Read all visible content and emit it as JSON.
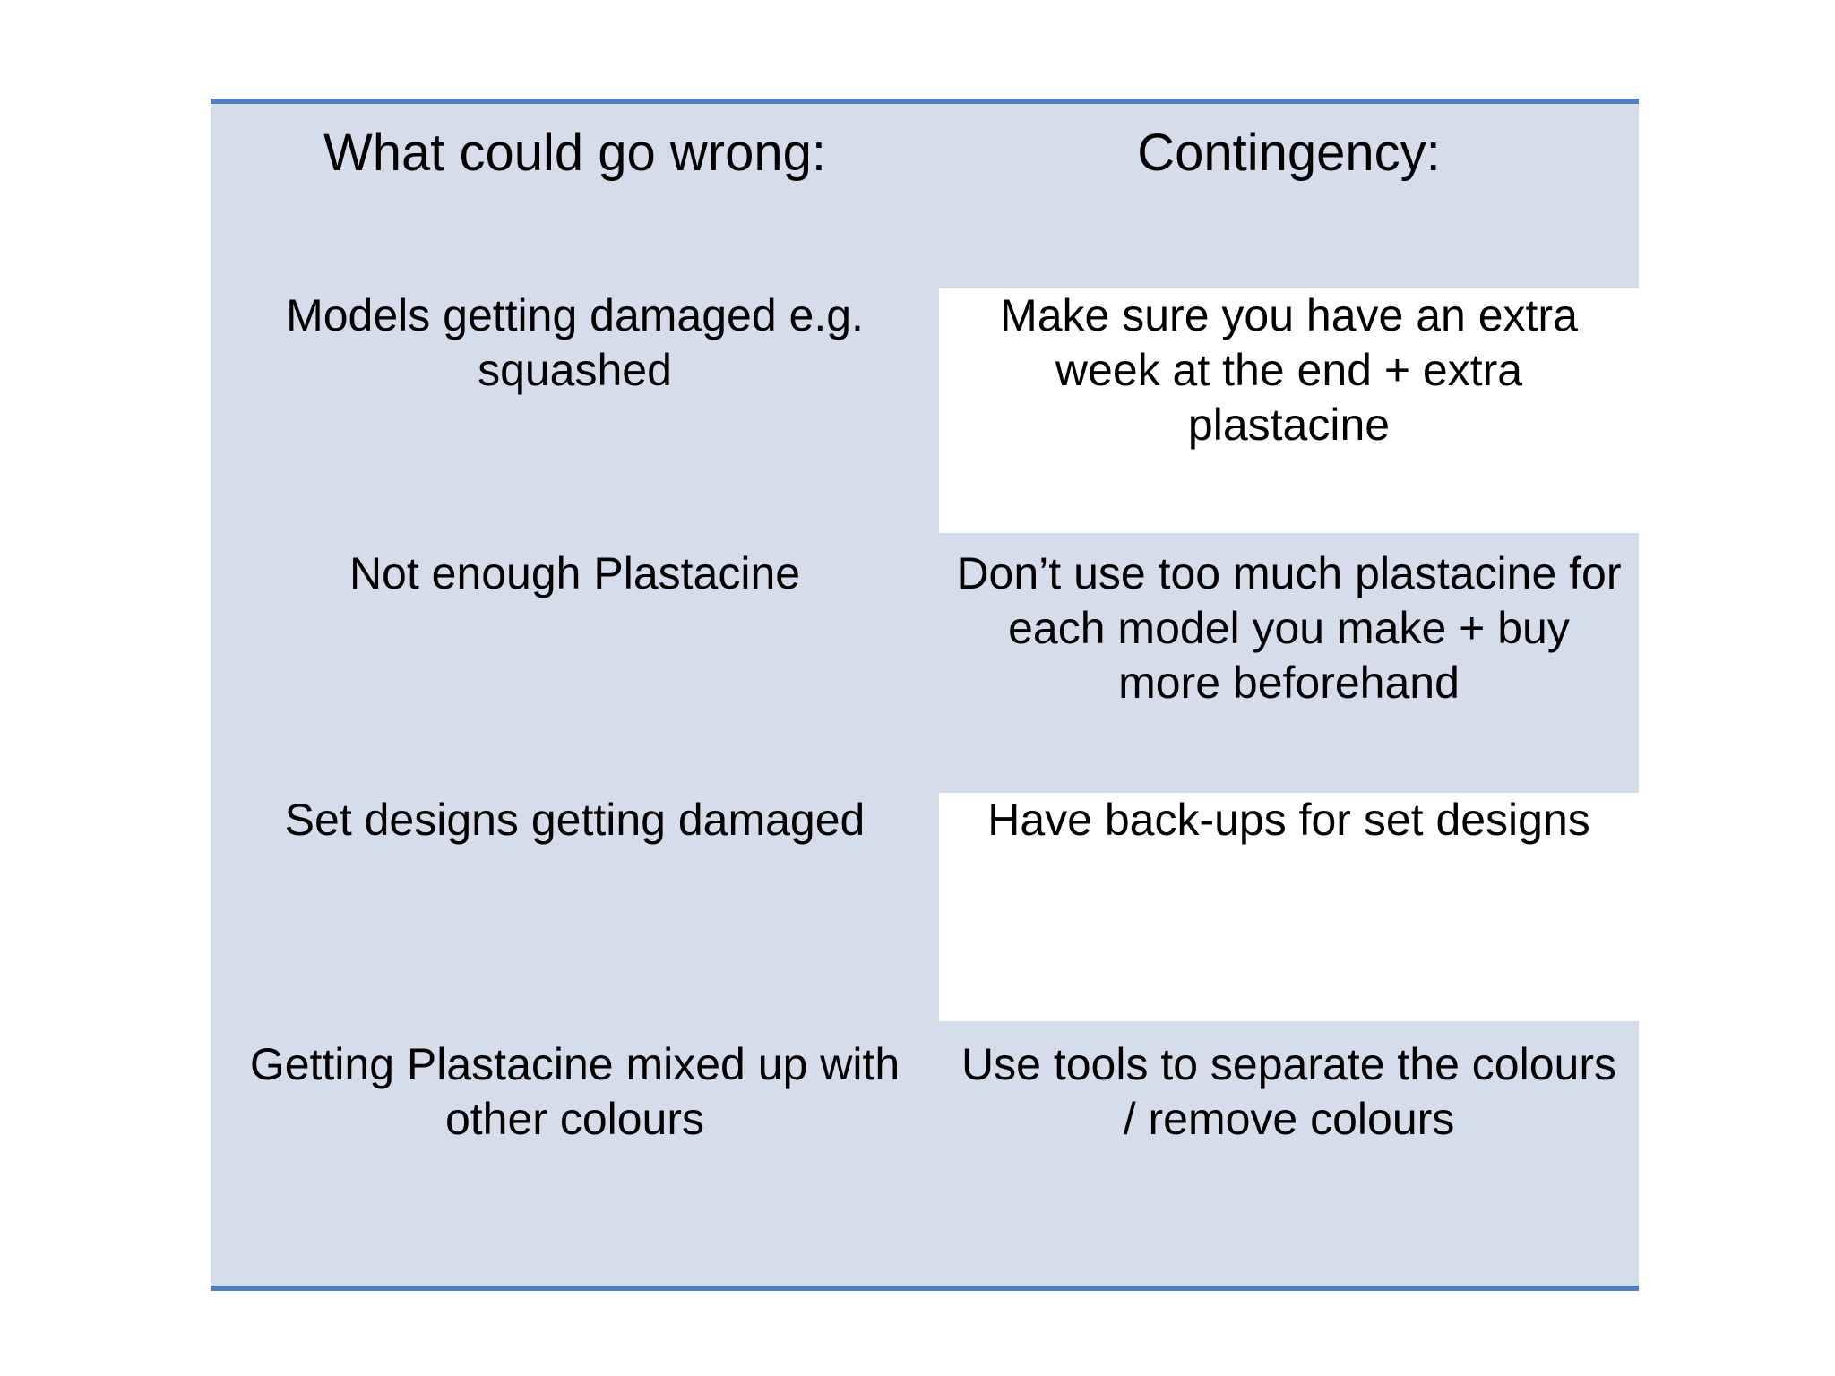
{
  "slide": {
    "background_color": "#ffffff",
    "table": {
      "fill_color": "#d5dcea",
      "border_color": "#4f7fbf",
      "highlight_cell_color": "#ffffff",
      "headers": {
        "left": "What could go wrong:",
        "right": "Contingency:"
      },
      "rows": [
        {
          "risk": "Models getting damaged e.g. squashed",
          "contingency": "Make sure you have an extra week at the end + extra plastacine",
          "contingency_highlighted": true
        },
        {
          "risk": "Not enough Plastacine",
          "contingency": "Don’t use too much plastacine for each model you make + buy more beforehand",
          "contingency_highlighted": false
        },
        {
          "risk": "Set designs getting damaged",
          "contingency": "Have back-ups for set designs",
          "contingency_highlighted": true
        },
        {
          "risk": "Getting Plastacine mixed up with other colours",
          "contingency": "Use tools to separate the colours / remove colours",
          "contingency_highlighted": false
        }
      ]
    }
  }
}
